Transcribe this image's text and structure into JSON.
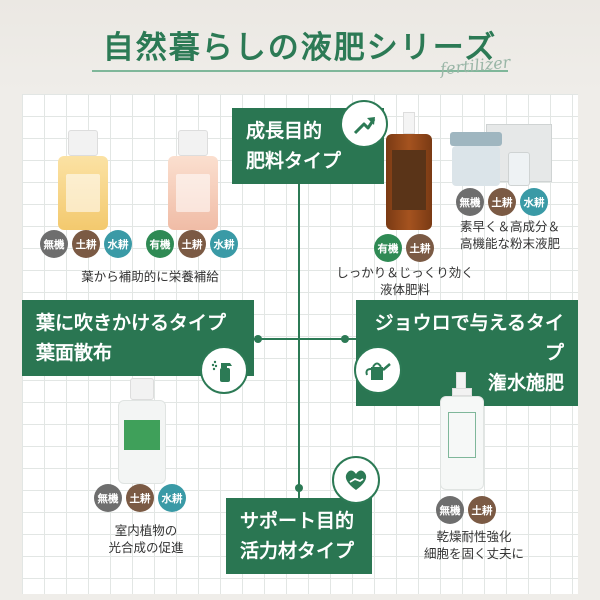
{
  "header": {
    "title": "自然暮らしの液肥シリーズ",
    "script_text": "fertilizer"
  },
  "quadrants": {
    "top": {
      "line1": "成長目的",
      "line2": "肥料タイプ",
      "icon": "growth-arrow-icon"
    },
    "left": {
      "line1": "葉に吹きかけるタイプ",
      "line2": "葉面散布",
      "icon": "spray-bottle-icon"
    },
    "right": {
      "line1": "ジョウロで与えるタイプ",
      "line2": "潅水施肥",
      "icon": "watering-can-icon"
    },
    "bottom": {
      "line1": "サポート目的",
      "line2": "活力材タイプ",
      "icon": "heart-hand-icon"
    }
  },
  "products": {
    "top_left": {
      "badges": [
        "無機",
        "土耕",
        "水耕",
        "有機",
        "土耕",
        "水耕"
      ],
      "caption": "葉から補助的に栄養補給"
    },
    "top_right_liquid": {
      "badges": [
        "有機",
        "土耕"
      ],
      "caption_line1": "しっかり＆じっくり効く",
      "caption_line2": "液体肥料"
    },
    "top_right_powder": {
      "badges": [
        "無機",
        "土耕",
        "水耕"
      ],
      "caption_line1": "素早く＆高成分＆",
      "caption_line2": "高機能な粉末液肥"
    },
    "bottom_left": {
      "badges": [
        "無機",
        "土耕",
        "水耕"
      ],
      "caption_line1": "室内植物の",
      "caption_line2": "光合成の促進"
    },
    "bottom_right": {
      "badges": [
        "無機",
        "土耕"
      ],
      "caption_line1": "乾燥耐性強化",
      "caption_line2": "細胞を固く丈夫に"
    }
  },
  "colors": {
    "brand_green": "#2a7652",
    "badge_gray": "#6e6e6e",
    "badge_brown": "#7b5a44",
    "badge_teal": "#3a9aa6",
    "badge_green": "#2f8a54"
  }
}
